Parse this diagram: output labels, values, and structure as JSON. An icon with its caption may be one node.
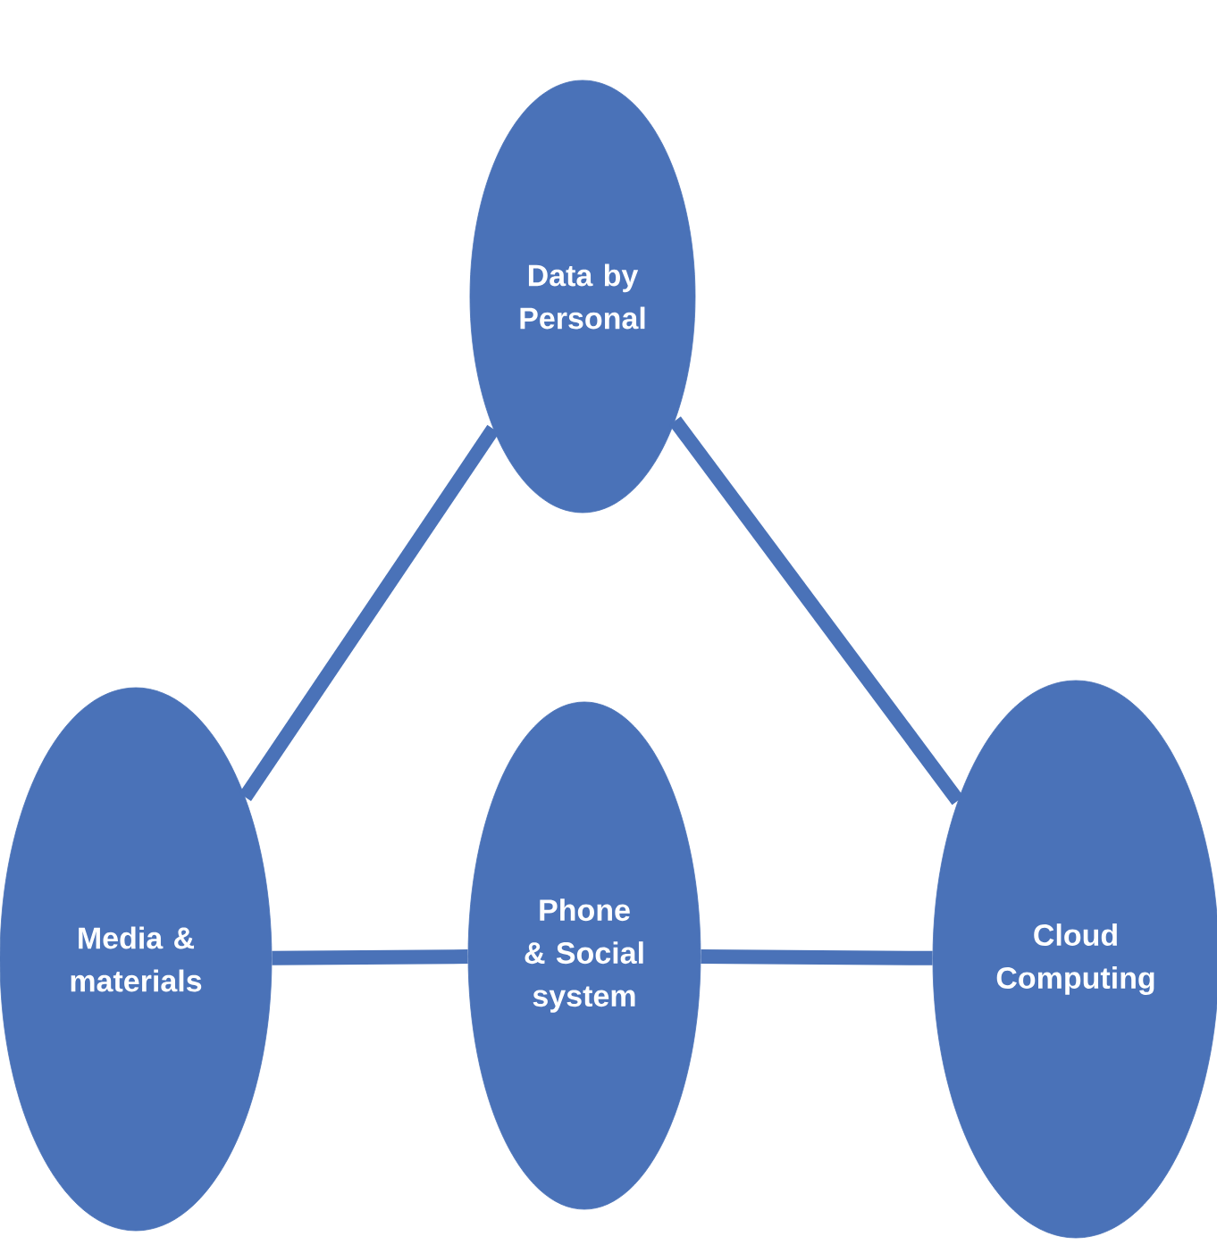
{
  "diagram": {
    "nodes": [
      {
        "text": [
          "Data by Personal"
        ]
      },
      {
        "text": [
          "Media & materials"
        ]
      },
      {
        "text": [
          "Phone & Social system"
        ]
      },
      {
        "text": [
          "Cloud Computing"
        ]
      }
    ],
    "edges": [
      {
        "from": 0,
        "to": 1,
        "arrow": "none"
      },
      {
        "from": 0,
        "to": 3,
        "arrow": "none"
      },
      {
        "from": 1,
        "to": 2,
        "arrow": "none"
      },
      {
        "from": 2,
        "to": 3,
        "arrow": "none"
      }
    ]
  }
}
